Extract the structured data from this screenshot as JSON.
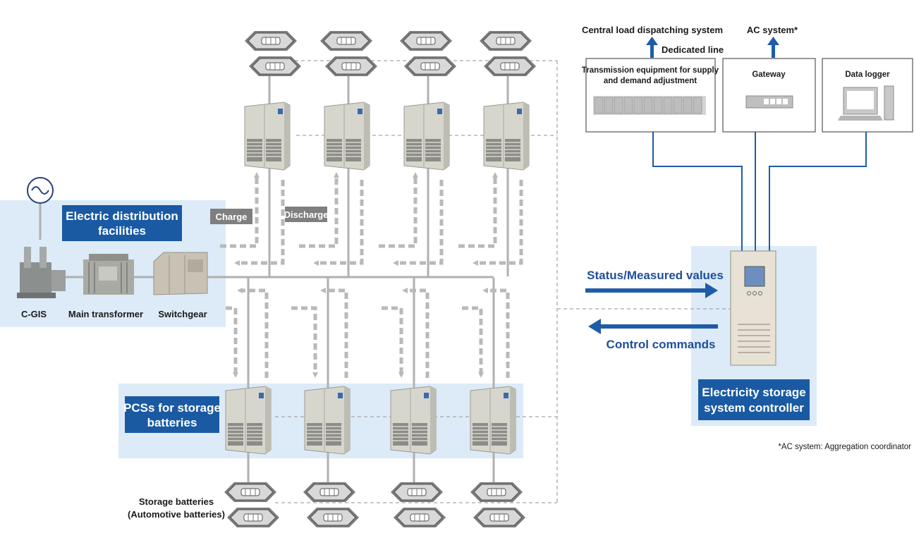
{
  "distribution": {
    "title_line1": "Electric distribution",
    "title_line2": "facilities",
    "cgis_label": "C-GIS",
    "transformer_label": "Main transformer",
    "switchgear_label": "Switchgear"
  },
  "flow_tags": {
    "charge": "Charge",
    "discharge": "Discharge"
  },
  "pcs": {
    "title_line1": "PCSs for storage",
    "title_line2": "batteries"
  },
  "batteries": {
    "label_line1": "Storage batteries",
    "label_line2": "(Automotive batteries)"
  },
  "top_systems": {
    "central_load": "Central load dispatching system",
    "dedicated_line": "Dedicated line",
    "ac_system": "AC system*",
    "transmission_line1": "Transmission equipment for supply",
    "transmission_line2": "and demand adjustment",
    "gateway": "Gateway",
    "data_logger": "Data logger"
  },
  "controller": {
    "status": "Status/Measured values",
    "commands": "Control commands",
    "title_line1": "Electricity storage",
    "title_line2": "system controller"
  },
  "footnote": "*AC system: Aggregation coordinator",
  "colors": {
    "accent_blue": "#1a5aa3",
    "arrow_blue": "#1f5ca8",
    "light_blue_panel": "#dcebf7",
    "gray_arrow": "#b9b9b9",
    "line_gray": "#a6a6a6",
    "equipment": "#dcdcd2"
  },
  "icons": [
    "ac-source-icon",
    "cgis-icon",
    "transformer-icon",
    "switchgear-icon",
    "pcs-cabinet-icon",
    "battery-module-icon",
    "controller-cabinet-icon",
    "gateway-icon",
    "computer-icon",
    "rack-icon"
  ]
}
